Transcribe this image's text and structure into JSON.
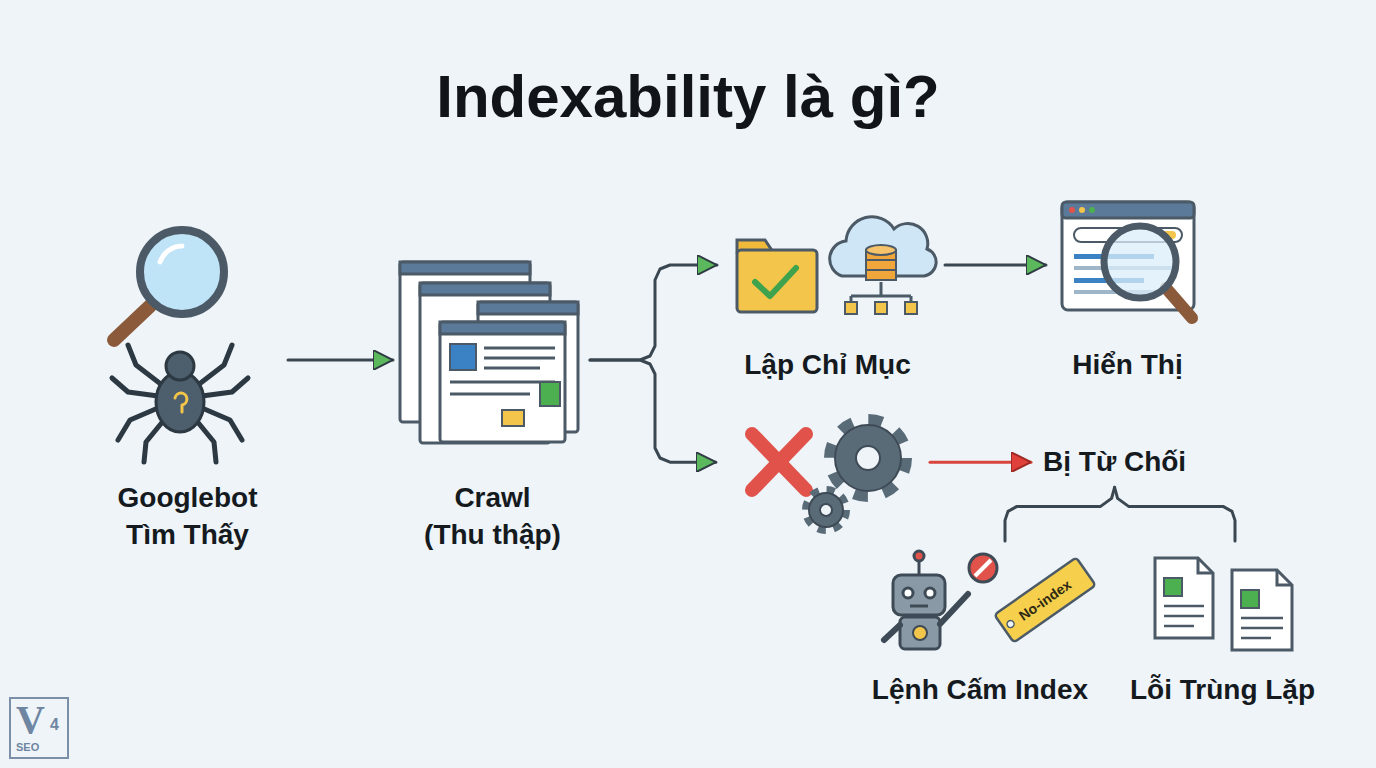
{
  "diagram": {
    "title": "Indexability là gì?",
    "nodes": [
      {
        "text": [
          "Googlebot Tìm Thấy"
        ]
      },
      {
        "text": [
          "Crawl (Thu thập)"
        ]
      },
      {
        "text": [
          "Lập Chỉ Mục"
        ]
      },
      {
        "text": [
          "Hiển Thị"
        ]
      },
      {
        "text": [
          "Bị Từ Chối"
        ]
      },
      {
        "text": [
          "Lệnh Cấm Index"
        ]
      },
      {
        "text": [
          "Lỗi Trùng Lặp"
        ]
      }
    ],
    "edges": [
      {
        "from": 0,
        "to": 1,
        "arrow": "to"
      },
      {
        "from": 1,
        "to": 2,
        "arrow": "to"
      },
      {
        "from": 1,
        "to": 4,
        "arrow": "to"
      },
      {
        "from": 2,
        "to": 3,
        "arrow": "to"
      },
      {
        "from": 4,
        "to": 5,
        "arrow": "none"
      },
      {
        "from": 4,
        "to": 6,
        "arrow": "none"
      }
    ],
    "labels": [
      "No-index",
      "V",
      "4",
      "SEO"
    ]
  }
}
